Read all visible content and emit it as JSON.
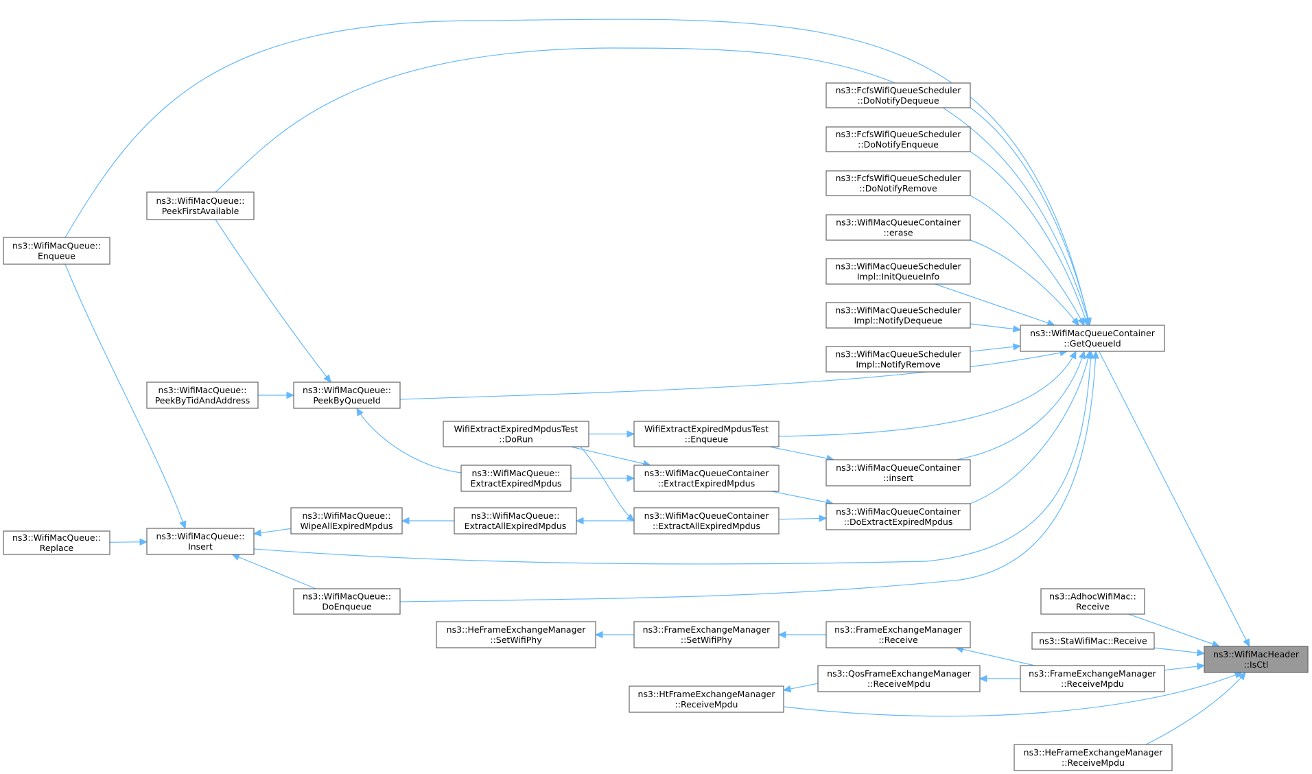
{
  "title": "",
  "colors": {
    "edge": "#63b8ff",
    "node_border": "#666666",
    "root_fill": "#999999",
    "node_fill": "#ffffff"
  },
  "nodes": [
    {
      "id": "isctl",
      "lines": [
        "ns3::WifiMacHeader",
        "::IsCtl"
      ],
      "root": true
    },
    {
      "id": "getqueueid",
      "lines": [
        "ns3::WifiMacQueueContainer",
        "::GetQueueId"
      ]
    },
    {
      "id": "fcfs_deq",
      "lines": [
        "ns3::FcfsWifiQueueScheduler",
        "::DoNotifyDequeue"
      ]
    },
    {
      "id": "fcfs_enq",
      "lines": [
        "ns3::FcfsWifiQueueScheduler",
        "::DoNotifyEnqueue"
      ]
    },
    {
      "id": "fcfs_rem",
      "lines": [
        "ns3::FcfsWifiQueueScheduler",
        "::DoNotifyRemove"
      ]
    },
    {
      "id": "cont_erase",
      "lines": [
        "ns3::WifiMacQueueContainer",
        "::erase"
      ]
    },
    {
      "id": "sched_init",
      "lines": [
        "ns3::WifiMacQueueScheduler",
        "Impl::InitQueueInfo"
      ]
    },
    {
      "id": "sched_deq",
      "lines": [
        "ns3::WifiMacQueueScheduler",
        "Impl::NotifyDequeue"
      ]
    },
    {
      "id": "sched_rem",
      "lines": [
        "ns3::WifiMacQueueScheduler",
        "Impl::NotifyRemove"
      ]
    },
    {
      "id": "q_peekfirst",
      "lines": [
        "ns3::WifiMacQueue::",
        "PeekFirstAvailable"
      ]
    },
    {
      "id": "q_enqueue",
      "lines": [
        "ns3::WifiMacQueue::",
        "Enqueue"
      ]
    },
    {
      "id": "q_peekbytid",
      "lines": [
        "ns3::WifiMacQueue::",
        "PeekByTidAndAddress"
      ]
    },
    {
      "id": "q_peekbyqid",
      "lines": [
        "ns3::WifiMacQueue::",
        "PeekByQueueId"
      ]
    },
    {
      "id": "test_dorun",
      "lines": [
        "WifiExtractExpiredMpdusTest",
        "::DoRun"
      ]
    },
    {
      "id": "test_enqueue",
      "lines": [
        "WifiExtractExpiredMpdusTest",
        "::Enqueue"
      ]
    },
    {
      "id": "cont_insert",
      "lines": [
        "ns3::WifiMacQueueContainer",
        "::insert"
      ]
    },
    {
      "id": "q_extractexp",
      "lines": [
        "ns3::WifiMacQueue::",
        "ExtractExpiredMpdus"
      ]
    },
    {
      "id": "cont_extractexp",
      "lines": [
        "ns3::WifiMacQueueContainer",
        "::ExtractExpiredMpdus"
      ]
    },
    {
      "id": "cont_doextract",
      "lines": [
        "ns3::WifiMacQueueContainer",
        "::DoExtractExpiredMpdus"
      ]
    },
    {
      "id": "q_replace",
      "lines": [
        "ns3::WifiMacQueue::",
        "Replace"
      ]
    },
    {
      "id": "q_insert",
      "lines": [
        "ns3::WifiMacQueue::",
        "Insert"
      ]
    },
    {
      "id": "q_wipeall",
      "lines": [
        "ns3::WifiMacQueue::",
        "WipeAllExpiredMpdus"
      ]
    },
    {
      "id": "q_extractall",
      "lines": [
        "ns3::WifiMacQueue::",
        "ExtractAllExpiredMpdus"
      ]
    },
    {
      "id": "cont_extractall",
      "lines": [
        "ns3::WifiMacQueueContainer",
        "::ExtractAllExpiredMpdus"
      ]
    },
    {
      "id": "q_doenqueue",
      "lines": [
        "ns3::WifiMacQueue::",
        "DoEnqueue"
      ]
    },
    {
      "id": "adhoc_recv",
      "lines": [
        "ns3::AdhocWifiMac::",
        "Receive"
      ]
    },
    {
      "id": "sta_recv",
      "lines": [
        "ns3::StaWifiMac::Receive"
      ]
    },
    {
      "id": "he_setphy",
      "lines": [
        "ns3::HeFrameExchangeManager",
        "::SetWifiPhy"
      ]
    },
    {
      "id": "fem_setphy",
      "lines": [
        "ns3::FrameExchangeManager",
        "::SetWifiPhy"
      ]
    },
    {
      "id": "fem_recv",
      "lines": [
        "ns3::FrameExchangeManager",
        "::Receive"
      ]
    },
    {
      "id": "qos_recvmpdu",
      "lines": [
        "ns3::QosFrameExchangeManager",
        "::ReceiveMpdu"
      ]
    },
    {
      "id": "fem_recvmpdu",
      "lines": [
        "ns3::FrameExchangeManager",
        "::ReceiveMpdu"
      ]
    },
    {
      "id": "ht_recvmpdu",
      "lines": [
        "ns3::HtFrameExchangeManager",
        "::ReceiveMpdu"
      ]
    },
    {
      "id": "he_recvmpdu",
      "lines": [
        "ns3::HeFrameExchangeManager",
        "::ReceiveMpdu"
      ]
    }
  ],
  "edges": [
    {
      "from": "getqueueid",
      "to": "isctl"
    },
    {
      "from": "fcfs_deq",
      "to": "getqueueid"
    },
    {
      "from": "fcfs_enq",
      "to": "getqueueid"
    },
    {
      "from": "fcfs_rem",
      "to": "getqueueid"
    },
    {
      "from": "cont_erase",
      "to": "getqueueid"
    },
    {
      "from": "sched_init",
      "to": "getqueueid"
    },
    {
      "from": "sched_deq",
      "to": "getqueueid"
    },
    {
      "from": "sched_rem",
      "to": "getqueueid"
    },
    {
      "from": "q_peekfirst",
      "to": "getqueueid"
    },
    {
      "from": "q_enqueue",
      "to": "getqueueid"
    },
    {
      "from": "q_peekbyqid",
      "to": "getqueueid"
    },
    {
      "from": "test_enqueue",
      "to": "getqueueid"
    },
    {
      "from": "cont_insert",
      "to": "getqueueid"
    },
    {
      "from": "cont_doextract",
      "to": "getqueueid"
    },
    {
      "from": "q_insert",
      "to": "getqueueid"
    },
    {
      "from": "q_doenqueue",
      "to": "getqueueid"
    },
    {
      "from": "q_peekfirst",
      "to": "q_peekbyqid"
    },
    {
      "from": "q_peekbytid",
      "to": "q_peekbyqid"
    },
    {
      "from": "q_extractexp",
      "to": "q_peekbyqid"
    },
    {
      "from": "q_enqueue",
      "to": "q_insert"
    },
    {
      "from": "q_replace",
      "to": "q_insert"
    },
    {
      "from": "q_doenqueue",
      "to": "q_insert"
    },
    {
      "from": "test_dorun",
      "to": "test_enqueue"
    },
    {
      "from": "test_dorun",
      "to": "cont_extractexp"
    },
    {
      "from": "test_dorun",
      "to": "cont_extractall"
    },
    {
      "from": "test_enqueue",
      "to": "cont_insert"
    },
    {
      "from": "q_extractexp",
      "to": "cont_extractexp"
    },
    {
      "from": "cont_extractexp",
      "to": "cont_doextract"
    },
    {
      "from": "cont_extractall",
      "to": "cont_doextract"
    },
    {
      "from": "q_wipeall",
      "to": "q_insert"
    },
    {
      "from": "q_extractall",
      "to": "q_wipeall"
    },
    {
      "from": "cont_extractall",
      "to": "q_extractall"
    },
    {
      "from": "fem_recvmpdu",
      "to": "isctl"
    },
    {
      "from": "adhoc_recv",
      "to": "isctl"
    },
    {
      "from": "sta_recv",
      "to": "isctl"
    },
    {
      "from": "ht_recvmpdu",
      "to": "isctl"
    },
    {
      "from": "he_recvmpdu",
      "to": "isctl"
    },
    {
      "from": "fem_setphy",
      "to": "he_setphy"
    },
    {
      "from": "fem_recv",
      "to": "fem_setphy"
    },
    {
      "from": "fem_recvmpdu",
      "to": "fem_recv"
    },
    {
      "from": "fem_recvmpdu",
      "to": "qos_recvmpdu"
    },
    {
      "from": "qos_recvmpdu",
      "to": "ht_recvmpdu"
    }
  ]
}
